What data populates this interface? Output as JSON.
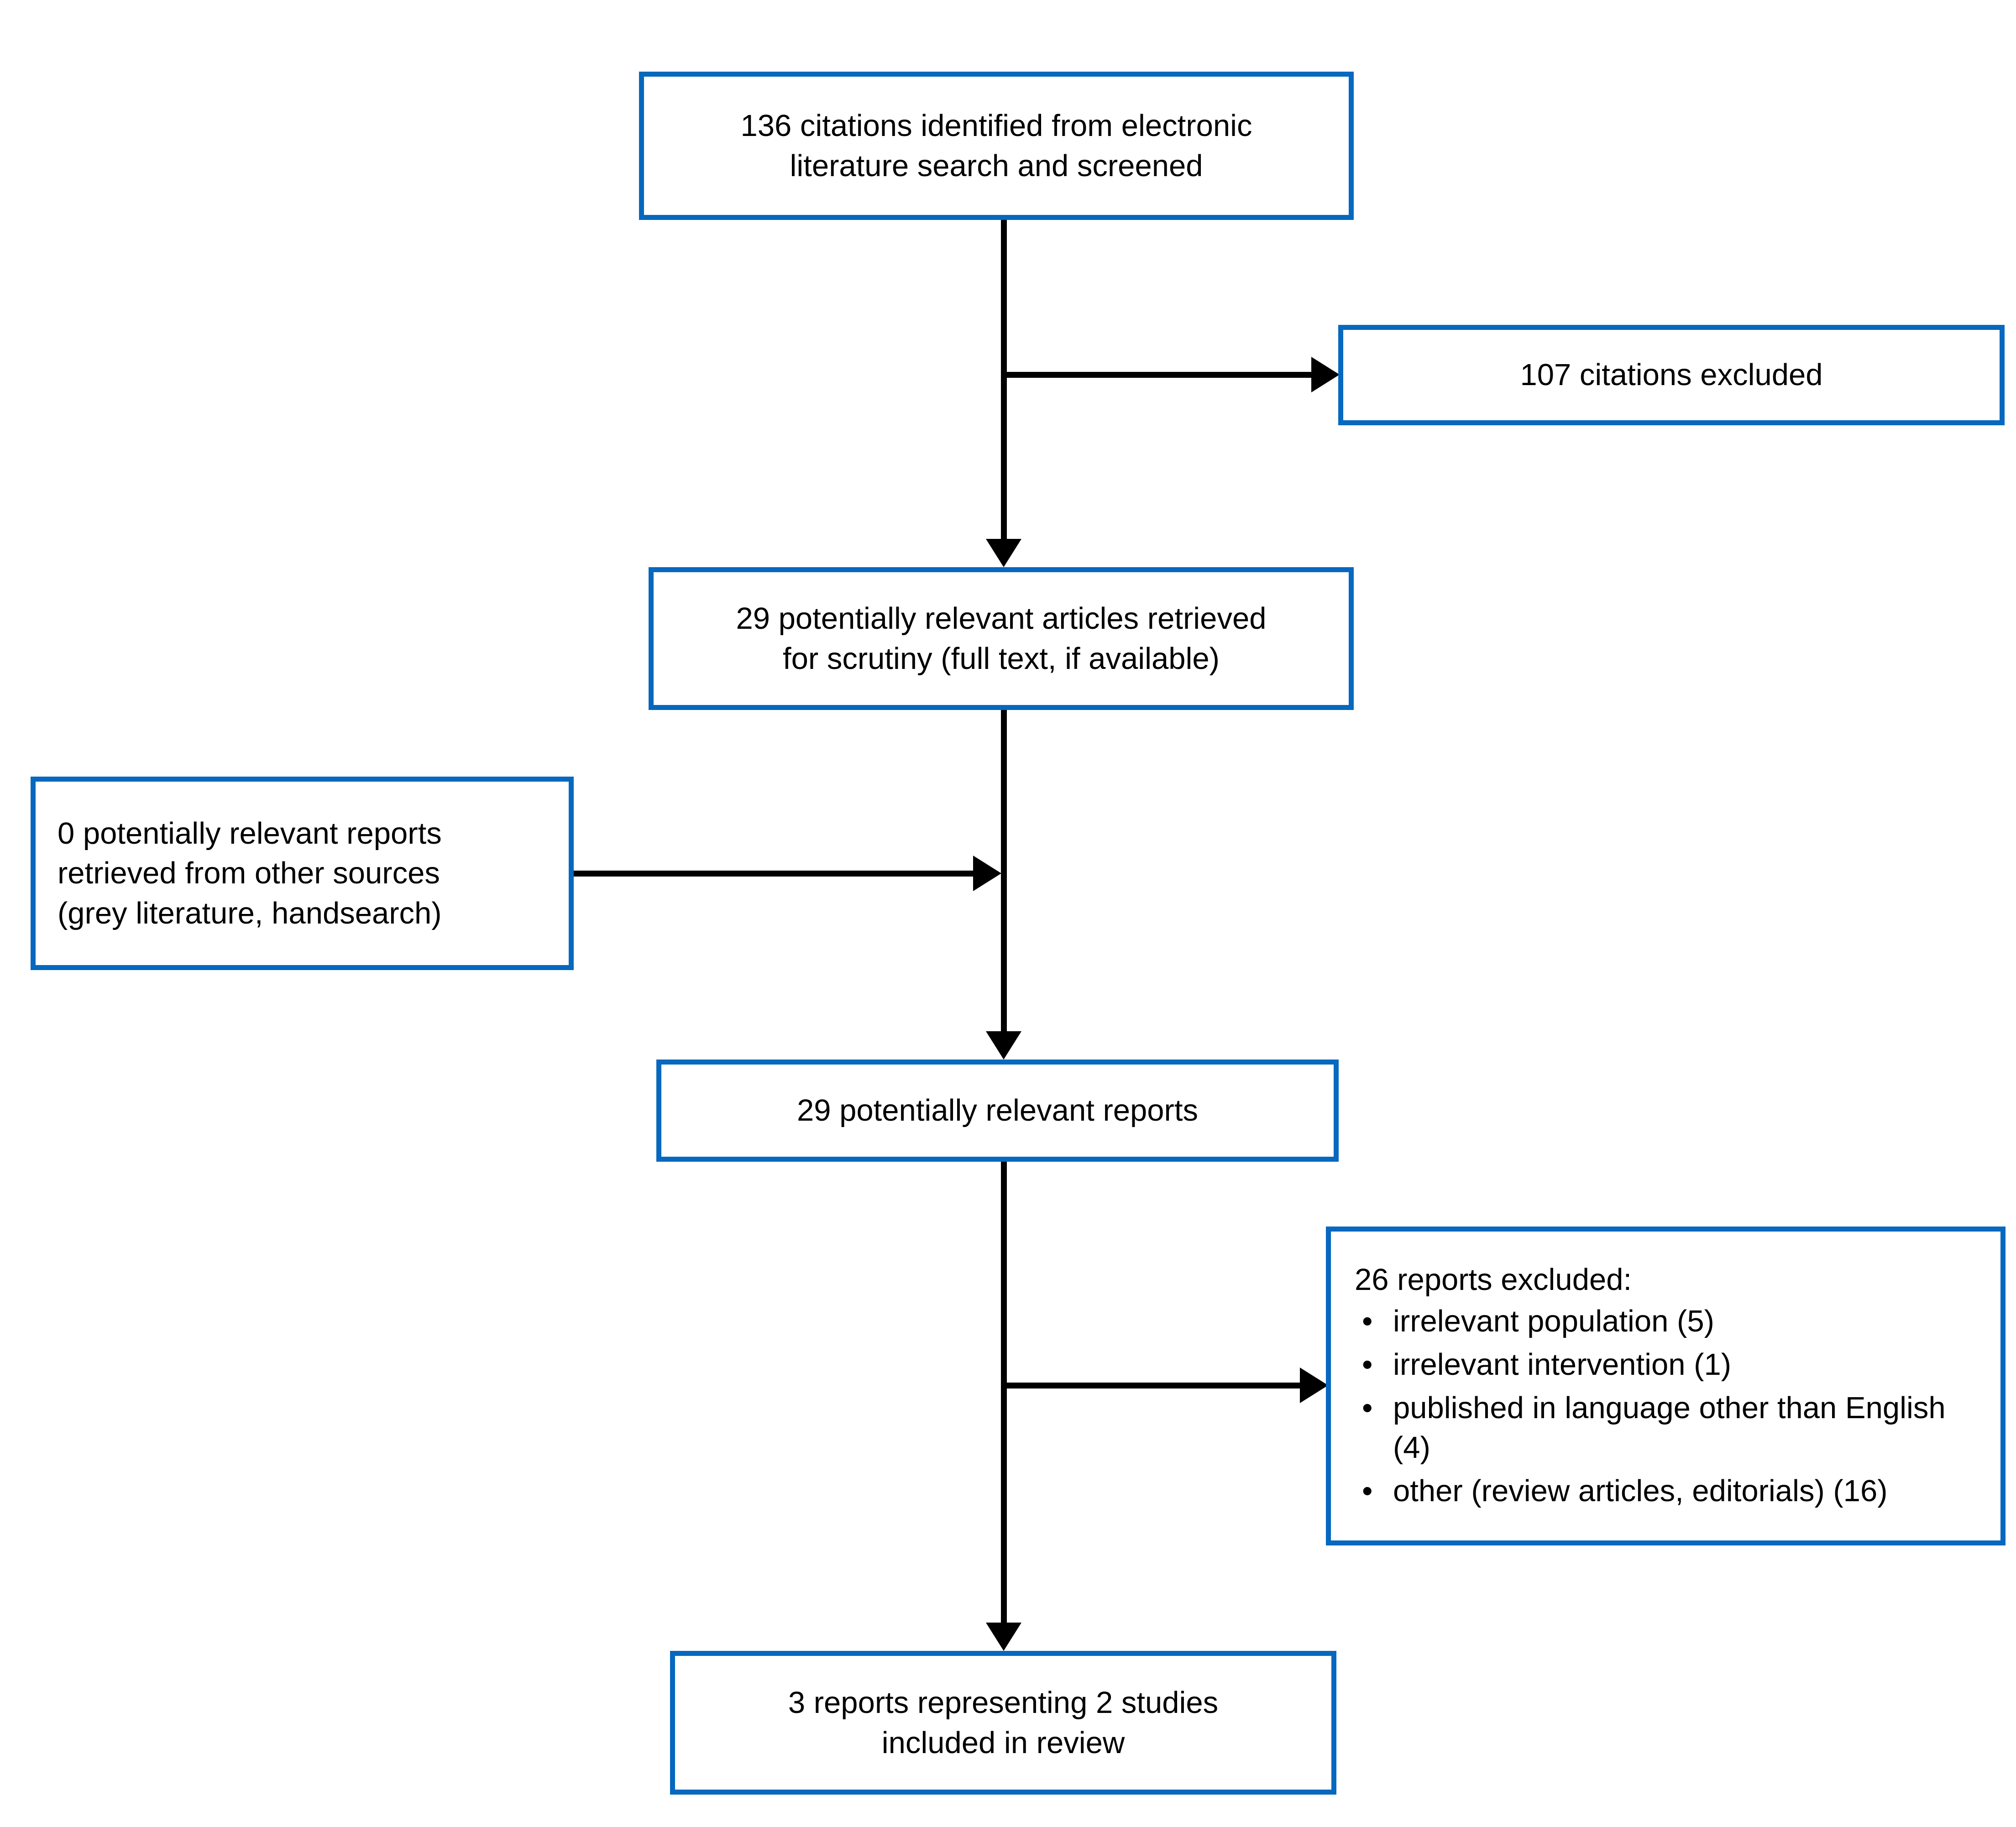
{
  "diagram": {
    "type": "prisma-study-flow",
    "accent_color": "#0668BE",
    "line_color": "#000000",
    "background_color": "#FFFFFF",
    "nodes": {
      "identified": {
        "label": "136 citations identified from electronic\nliterature search and screened",
        "count": 136
      },
      "excluded_citations": {
        "label": "107 citations excluded",
        "count": 107
      },
      "retrieved": {
        "label": "29 potentially relevant articles retrieved\nfor scrutiny (full text, if available)",
        "count": 29
      },
      "other_sources": {
        "label": "0 potentially relevant reports\nretrieved from other sources\n(grey literature, handsearch)",
        "count": 0
      },
      "reports": {
        "label": "29 potentially relevant reports",
        "count": 29
      },
      "excluded_reports": {
        "heading": "26 reports excluded:",
        "count": 26,
        "bullet_glyph": "•",
        "reasons": [
          "irrelevant population (5)",
          "irrelevant intervention (1)",
          "published in language other than English (4)",
          "other (review articles, editorials) (16)"
        ]
      },
      "included": {
        "label": "3 reports representing 2 studies\nincluded in review",
        "reports": 3,
        "studies": 2
      }
    },
    "edges": [
      {
        "from": "identified",
        "to": "retrieved",
        "direction": "down"
      },
      {
        "from": "identified",
        "to": "excluded_citations",
        "direction": "right"
      },
      {
        "from": "retrieved",
        "to": "reports",
        "direction": "down"
      },
      {
        "from": "other_sources",
        "to": "reports",
        "direction": "right"
      },
      {
        "from": "reports",
        "to": "included",
        "direction": "down"
      },
      {
        "from": "reports",
        "to": "excluded_reports",
        "direction": "right"
      }
    ]
  }
}
